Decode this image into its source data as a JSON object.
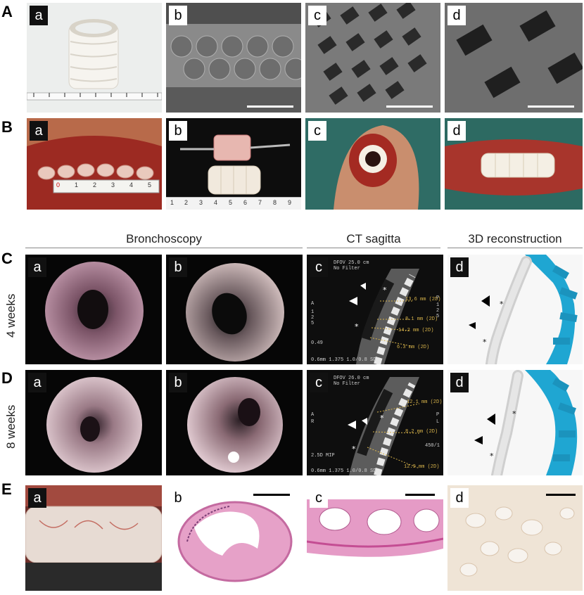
{
  "rows": {
    "A": "A",
    "B": "B",
    "C": "C",
    "D": "D",
    "E": "E"
  },
  "panel_labels": {
    "a": "a",
    "b": "b",
    "c": "c",
    "d": "d"
  },
  "section_titles": {
    "bronchoscopy": "Bronchoscopy",
    "ct": "CT sagitta",
    "recon": "3D reconstruction"
  },
  "timepoints": {
    "c": "4 weeks",
    "d": "8 weeks"
  },
  "ruler_b_a": [
    "0",
    "1",
    "2",
    "3",
    "4",
    "5"
  ],
  "ruler_b_b": [
    "1",
    "2",
    "3",
    "4",
    "5",
    "6",
    "7",
    "8",
    "9"
  ],
  "ct_c": {
    "header": [
      "DFOV 25.0 cm",
      "No Filter"
    ],
    "left_side": [
      "A",
      "1",
      "2",
      "5"
    ],
    "right_side": [
      "P",
      "1",
      "2",
      "5"
    ],
    "level": "0.49",
    "footer": "0.6mm 1.375 1.0/0.8 SD",
    "measures": [
      "13.6 mm (2D)",
      "8.1 mm (2D)",
      "14.2 mm (2D)",
      "6.3 mm (2D)"
    ]
  },
  "ct_d": {
    "header": [
      "DFOV 26.0 cm",
      "No Filter"
    ],
    "left_side": [
      "A",
      "R"
    ],
    "right_side": [
      "P",
      "L"
    ],
    "mip": "2.5D MIP",
    "level": "450/1",
    "footer": "0.6mm 1.375 1.0/0.8 SD",
    "measures": [
      "12.1 mm (2D)",
      "8.2 mm (2D)",
      "12.9 mm (2D)"
    ]
  },
  "marker_star": "*",
  "colors": {
    "tissue_red": "#b8332b",
    "drape_green": "#2e6f66",
    "scaffold": "#f1ede4",
    "sem_gray": "#6a6a6a",
    "ct_bg": "#111111",
    "bone_blue": "#1fa6d2",
    "he_pink": "#dd87bb",
    "ihc_beige": "#e8d8c4"
  }
}
